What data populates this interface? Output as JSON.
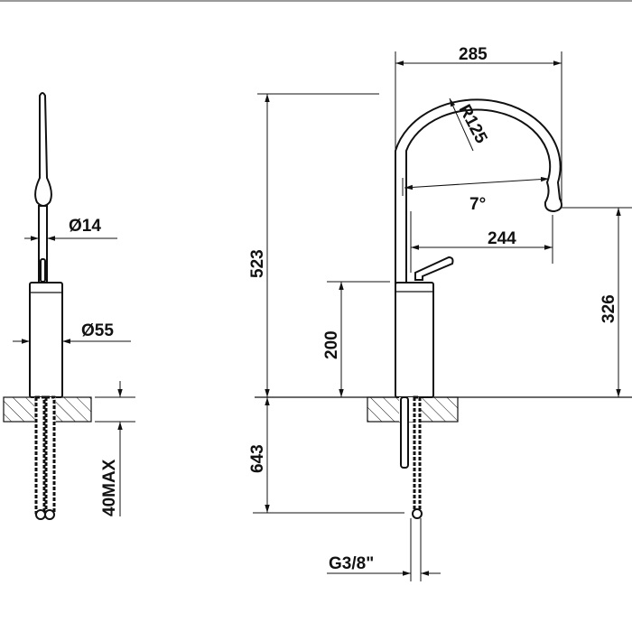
{
  "drawing": {
    "side_view": {
      "spout_diameter": "Ø14",
      "body_diameter": "Ø55",
      "counter_thickness": "40MAX"
    },
    "front_view": {
      "spout_reach": "285",
      "spout_radius": "R125",
      "spout_angle": "7°",
      "lever_reach": "244",
      "total_height": "523",
      "body_height": "200",
      "outlet_height": "326",
      "hose_length": "643",
      "connection": "G3/8\""
    }
  }
}
